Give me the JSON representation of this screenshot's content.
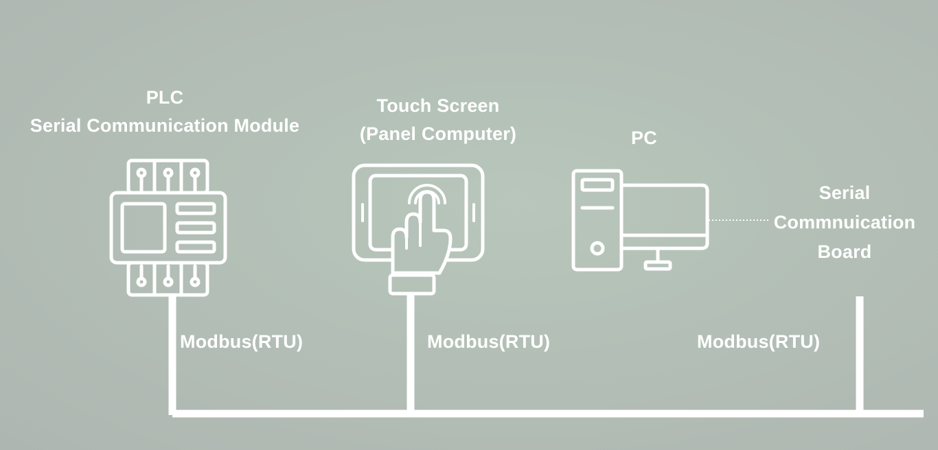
{
  "plc": {
    "title": "PLC",
    "subtitle": "Serial Communication Module"
  },
  "touch_screen": {
    "title": "Touch Screen",
    "subtitle": "(Panel Computer)"
  },
  "pc": {
    "title": "PC"
  },
  "serial_board": {
    "line1": "Serial",
    "line2": "Commnuication",
    "line3": "Board"
  },
  "links": {
    "plc_protocol": "Modbus(RTU)",
    "touch_protocol": "Modbus(RTU)",
    "board_protocol": "Modbus(RTU)"
  },
  "colors": {
    "foreground": "#ffffff"
  }
}
